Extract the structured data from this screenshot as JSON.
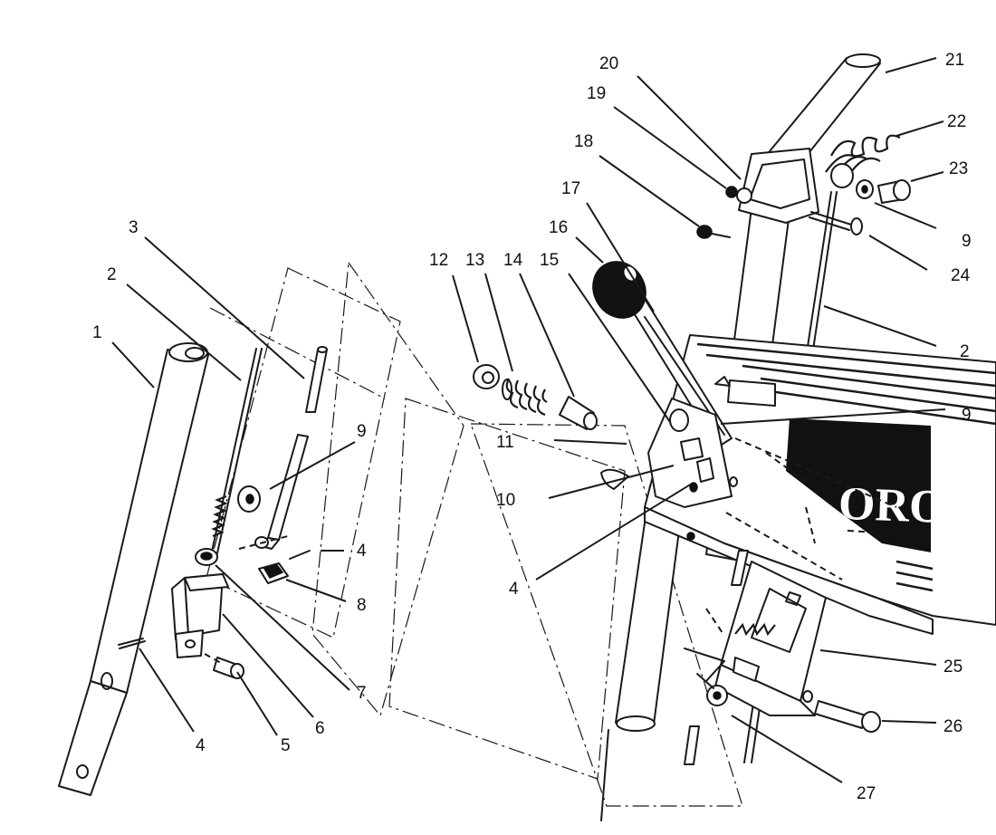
{
  "diagram": {
    "type": "exploded-parts-view",
    "brand_text": "ORO",
    "callouts": [
      {
        "id": "c1",
        "text": "1"
      },
      {
        "id": "c2a",
        "text": "2"
      },
      {
        "id": "c3",
        "text": "3"
      },
      {
        "id": "c9a",
        "text": "9"
      },
      {
        "id": "c4a",
        "text": "4"
      },
      {
        "id": "c8",
        "text": "8"
      },
      {
        "id": "c7",
        "text": "7"
      },
      {
        "id": "c6",
        "text": "6"
      },
      {
        "id": "c5",
        "text": "5"
      },
      {
        "id": "c4b",
        "text": "4"
      },
      {
        "id": "c12",
        "text": "12"
      },
      {
        "id": "c13",
        "text": "13"
      },
      {
        "id": "c14",
        "text": "14"
      },
      {
        "id": "c15",
        "text": "15"
      },
      {
        "id": "c16",
        "text": "16"
      },
      {
        "id": "c17",
        "text": "17"
      },
      {
        "id": "c18",
        "text": "18"
      },
      {
        "id": "c19",
        "text": "19"
      },
      {
        "id": "c20",
        "text": "20"
      },
      {
        "id": "c21",
        "text": "21"
      },
      {
        "id": "c22",
        "text": "22"
      },
      {
        "id": "c23",
        "text": "23"
      },
      {
        "id": "c9b",
        "text": "9"
      },
      {
        "id": "c24",
        "text": "24"
      },
      {
        "id": "c2b",
        "text": "2"
      },
      {
        "id": "c9c",
        "text": "9"
      },
      {
        "id": "c11",
        "text": "11"
      },
      {
        "id": "c10",
        "text": "10"
      },
      {
        "id": "c4c",
        "text": "4"
      },
      {
        "id": "c25",
        "text": "25"
      },
      {
        "id": "c26",
        "text": "26"
      },
      {
        "id": "c27",
        "text": "27"
      }
    ]
  }
}
